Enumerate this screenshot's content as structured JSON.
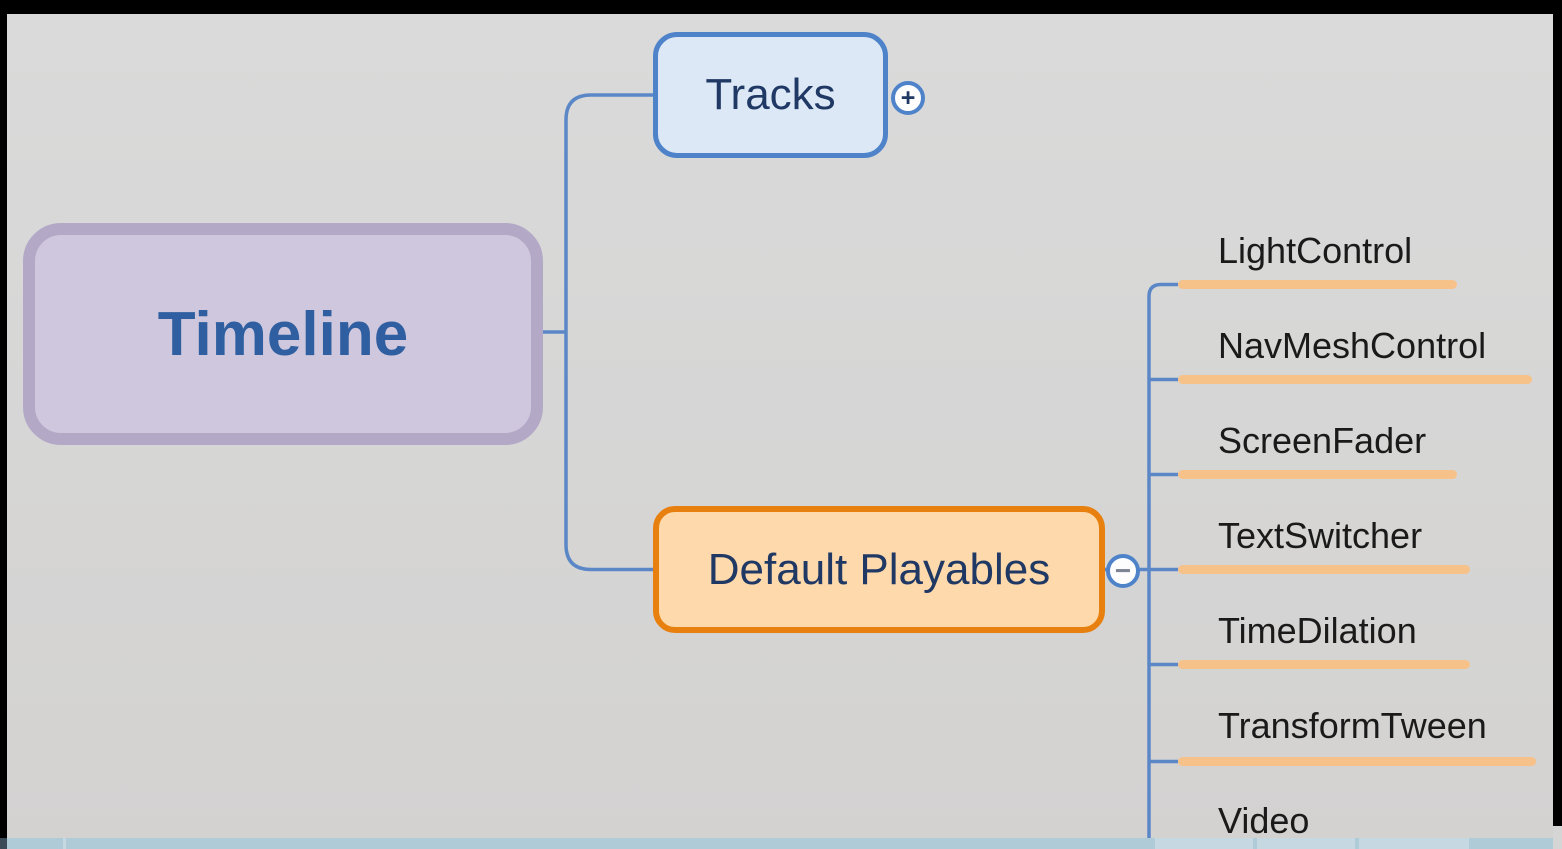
{
  "root": {
    "label": "Timeline"
  },
  "branches": {
    "tracks": {
      "label": "Tracks",
      "toggle": "+"
    },
    "default_playables": {
      "label": "Default Playables",
      "toggle": "−"
    }
  },
  "children": [
    {
      "label": "LightControl"
    },
    {
      "label": "NavMeshControl"
    },
    {
      "label": "ScreenFader"
    },
    {
      "label": "TextSwitcher"
    },
    {
      "label": "TimeDilation"
    },
    {
      "label": "TransformTween"
    },
    {
      "label": "Video"
    }
  ],
  "colors": {
    "background": "#d6d5d4",
    "root_fill": "#cfc7dd",
    "root_border": "#b3a9c7",
    "root_text": "#2f5fa0",
    "tracks_fill": "#dce8f6",
    "tracks_border": "#4e83ca",
    "playables_fill": "#fdd9ab",
    "playables_border": "#e8800f",
    "node_text": "#203864",
    "child_text": "#1a1a1a",
    "child_underline": "#f7c289",
    "connector_line": "#5b87c7",
    "progress_bar": "#b0cbd8"
  }
}
